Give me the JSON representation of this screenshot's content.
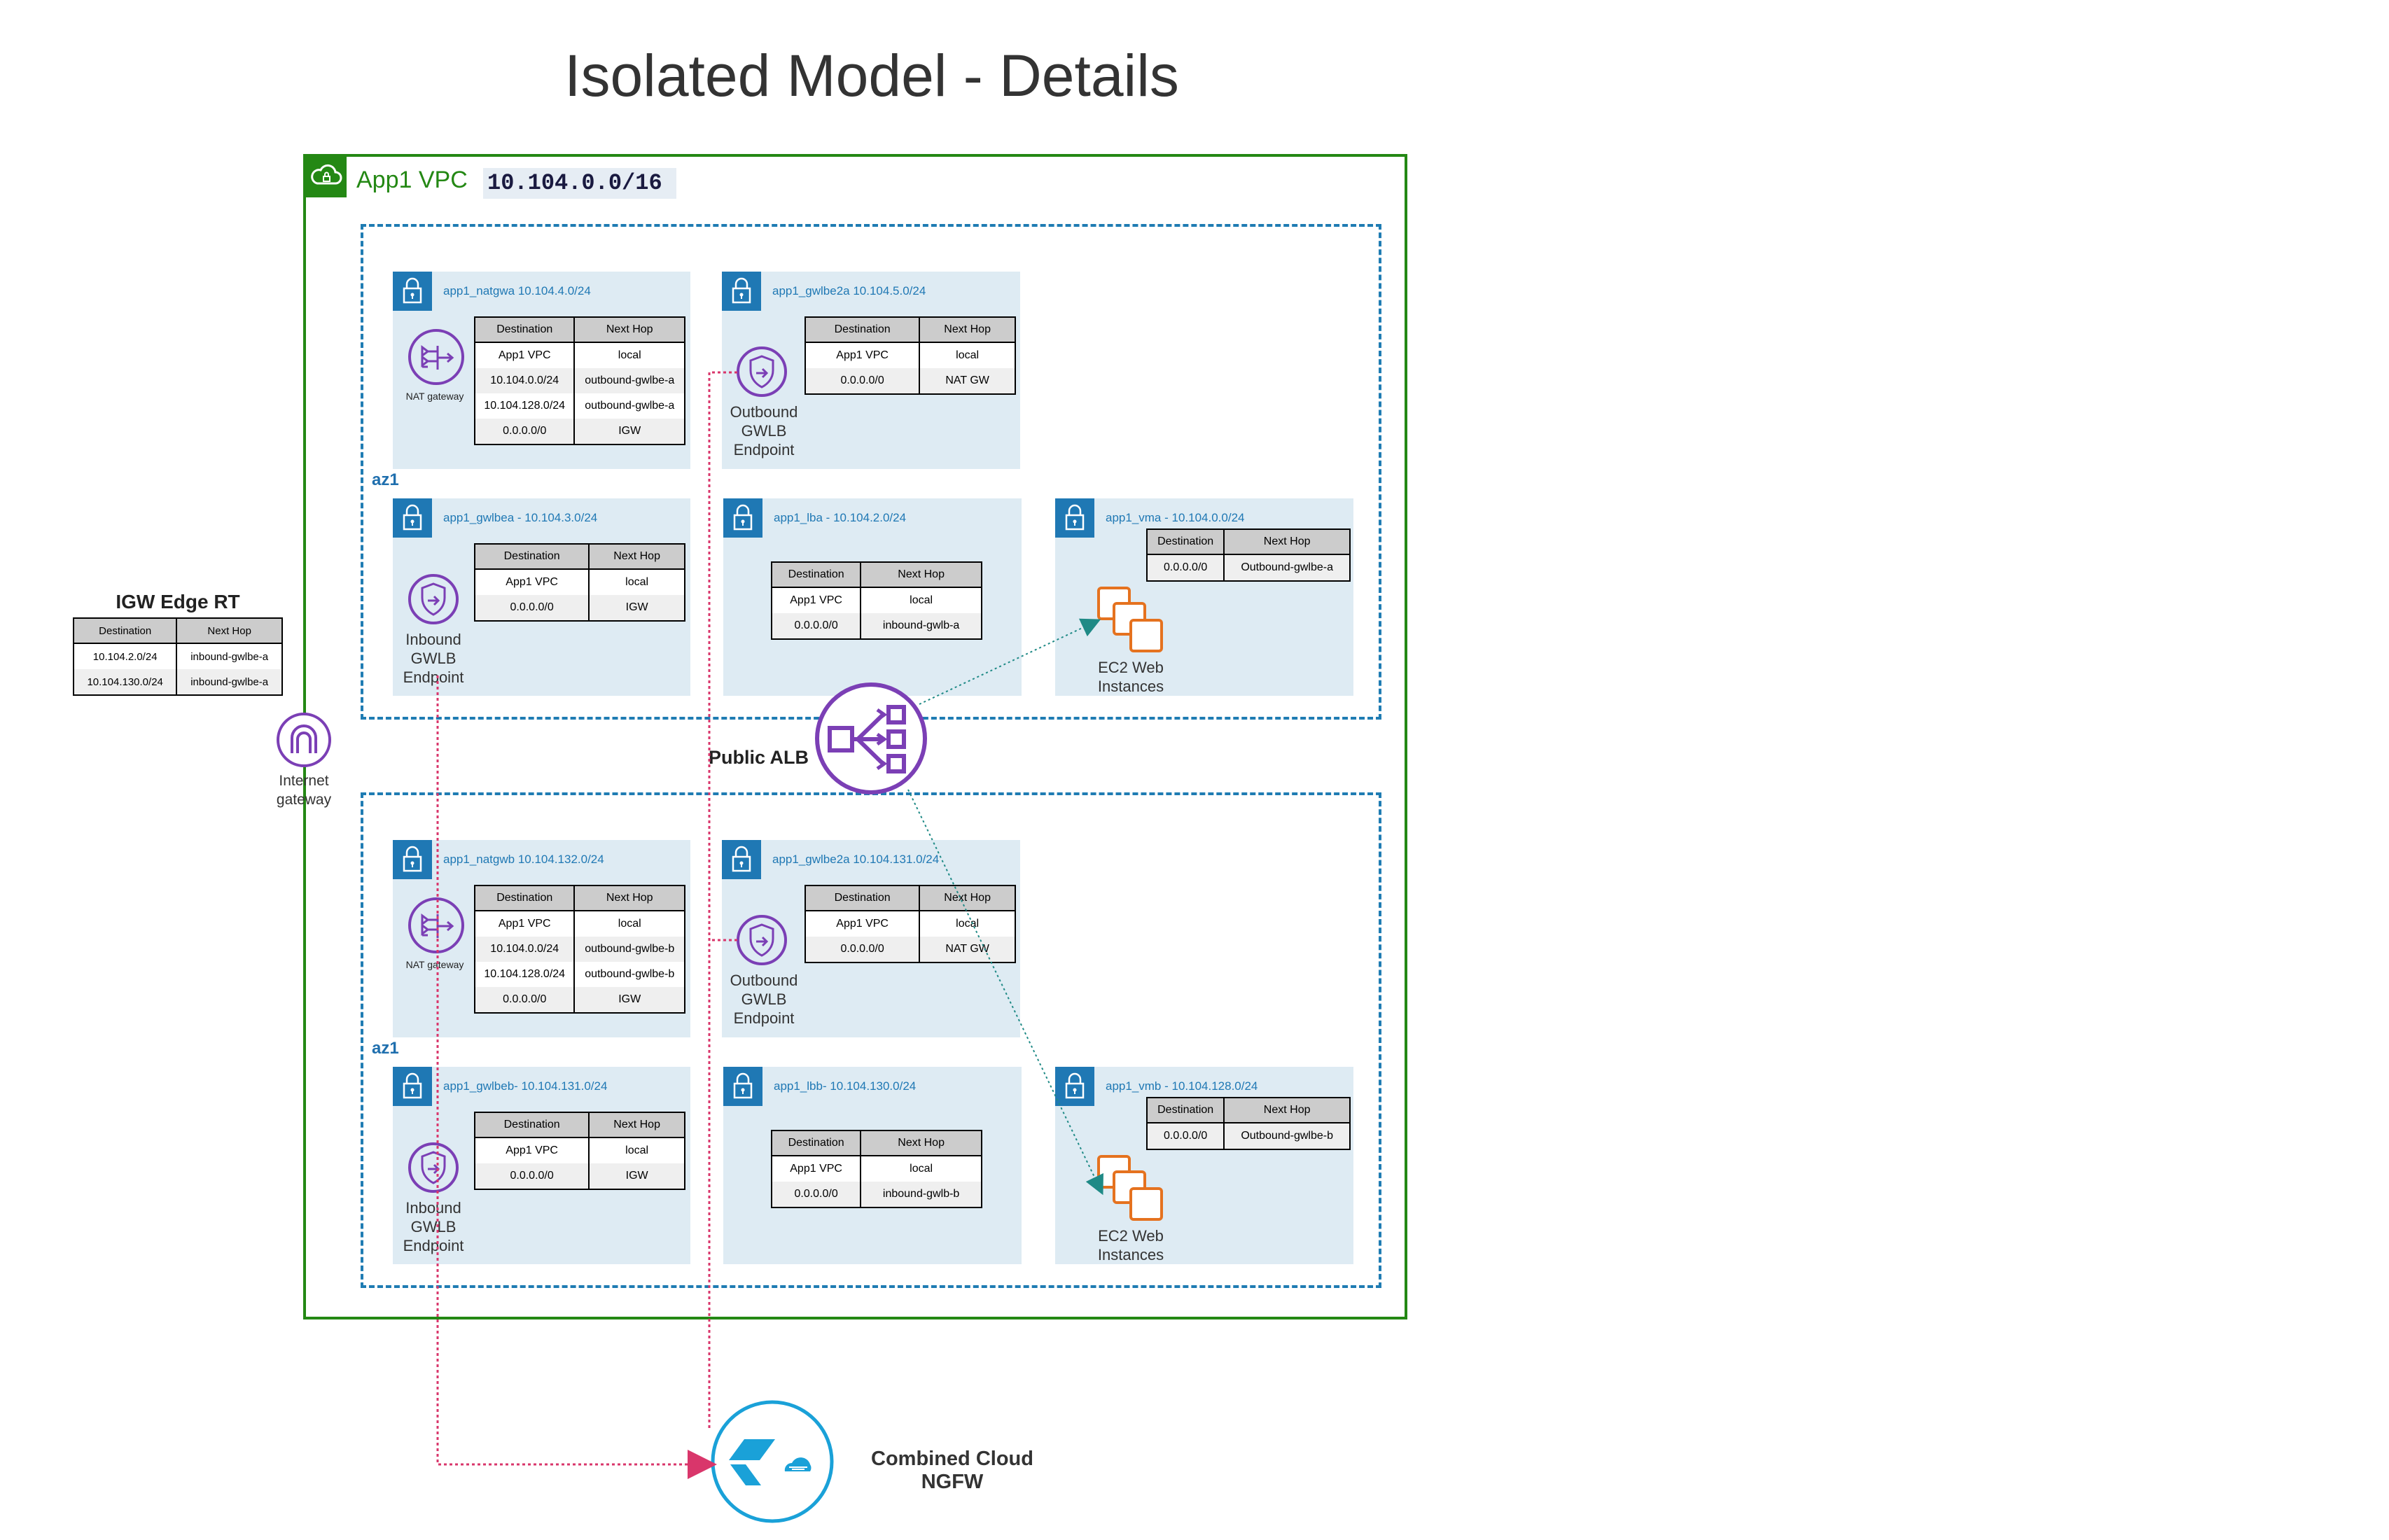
{
  "title": "Isolated Model - Details",
  "vpc": {
    "label": "App1 VPC",
    "cidr": "10.104.0.0/16"
  },
  "az_top": {
    "label": "az1"
  },
  "az_bottom": {
    "label": "az1"
  },
  "igw_rt": {
    "title": "IGW Edge RT",
    "headers": [
      "Destination",
      "Next Hop"
    ],
    "rows": [
      [
        "10.104.2.0/24",
        "inbound-gwlbe-a"
      ],
      [
        "10.104.130.0/24",
        "inbound-gwlbe-a"
      ]
    ]
  },
  "internet_gateway": {
    "line1": "Internet",
    "line2": "gateway"
  },
  "public_alb": {
    "label": "Public ALB"
  },
  "ngfw": {
    "line1": "Combined Cloud",
    "line2": "NGFW"
  },
  "subnets": {
    "natgwa": {
      "name": "app1_natgwa 10.104.4.0/24",
      "icon_label": "NAT gateway",
      "headers": [
        "Destination",
        "Next Hop"
      ],
      "rows": [
        [
          "App1 VPC",
          "local"
        ],
        [
          "10.104.0.0/24",
          "outbound-gwlbe-a"
        ],
        [
          "10.104.128.0/24",
          "outbound-gwlbe-a"
        ],
        [
          "0.0.0.0/0",
          "IGW"
        ]
      ]
    },
    "gwlbe2a_top": {
      "name": "app1_gwlbe2a 10.104.5.0/24",
      "icon_label": [
        "Outbound",
        "GWLB",
        "Endpoint"
      ],
      "headers": [
        "Destination",
        "Next Hop"
      ],
      "rows": [
        [
          "App1 VPC",
          "local"
        ],
        [
          "0.0.0.0/0",
          "NAT GW"
        ]
      ]
    },
    "gwlbea": {
      "name": "app1_gwlbea - 10.104.3.0/24",
      "icon_label": [
        "Inbound",
        "GWLB",
        "Endpoint"
      ],
      "headers": [
        "Destination",
        "Next Hop"
      ],
      "rows": [
        [
          "App1 VPC",
          "local"
        ],
        [
          "0.0.0.0/0",
          "IGW"
        ]
      ]
    },
    "lba": {
      "name": "app1_lba - 10.104.2.0/24",
      "headers": [
        "Destination",
        "Next Hop"
      ],
      "rows": [
        [
          "App1 VPC",
          "local"
        ],
        [
          "0.0.0.0/0",
          "inbound-gwlb-a"
        ]
      ]
    },
    "vma": {
      "name": "app1_vma - 10.104.0.0/24",
      "icon_label": [
        "EC2 Web",
        "Instances"
      ],
      "headers": [
        "Destination",
        "Next Hop"
      ],
      "rows": [
        [
          "0.0.0.0/0",
          "Outbound-gwlbe-a"
        ]
      ]
    },
    "natgwb": {
      "name": "app1_natgwb 10.104.132.0/24",
      "icon_label": "NAT gateway",
      "headers": [
        "Destination",
        "Next Hop"
      ],
      "rows": [
        [
          "App1 VPC",
          "local"
        ],
        [
          "10.104.0.0/24",
          "outbound-gwlbe-b"
        ],
        [
          "10.104.128.0/24",
          "outbound-gwlbe-b"
        ],
        [
          "0.0.0.0/0",
          "IGW"
        ]
      ]
    },
    "gwlbe2a_bottom": {
      "name": "app1_gwlbe2a 10.104.131.0/24",
      "icon_label": [
        "Outbound",
        "GWLB",
        "Endpoint"
      ],
      "headers": [
        "Destination",
        "Next Hop"
      ],
      "rows": [
        [
          "App1 VPC",
          "local"
        ],
        [
          "0.0.0.0/0",
          "NAT GW"
        ]
      ]
    },
    "gwlbeb": {
      "name": "app1_gwlbeb- 10.104.131.0/24",
      "icon_label": [
        "Inbound",
        "GWLB",
        "Endpoint"
      ],
      "headers": [
        "Destination",
        "Next Hop"
      ],
      "rows": [
        [
          "App1 VPC",
          "local"
        ],
        [
          "0.0.0.0/0",
          "IGW"
        ]
      ]
    },
    "lbb": {
      "name": "app1_lbb- 10.104.130.0/24",
      "headers": [
        "Destination",
        "Next Hop"
      ],
      "rows": [
        [
          "App1 VPC",
          "local"
        ],
        [
          "0.0.0.0/0",
          "inbound-gwlb-b"
        ]
      ]
    },
    "vmb": {
      "name": "app1_vmb - 10.104.128.0/24",
      "icon_label": [
        "EC2 Web",
        "Instances"
      ],
      "headers": [
        "Destination",
        "Next Hop"
      ],
      "rows": [
        [
          "0.0.0.0/0",
          "Outbound-gwlbe-b"
        ]
      ]
    }
  },
  "colors": {
    "vpc_border": "#248814",
    "az_border": "#1f7cb3",
    "subnet_fill": "#deebf3",
    "icon_purple": "#7b3fb5",
    "ec2_orange": "#e5721f",
    "firewall_blue": "#1aa1d8",
    "flow_red": "#d9366b",
    "flow_teal": "#1f8a86"
  }
}
